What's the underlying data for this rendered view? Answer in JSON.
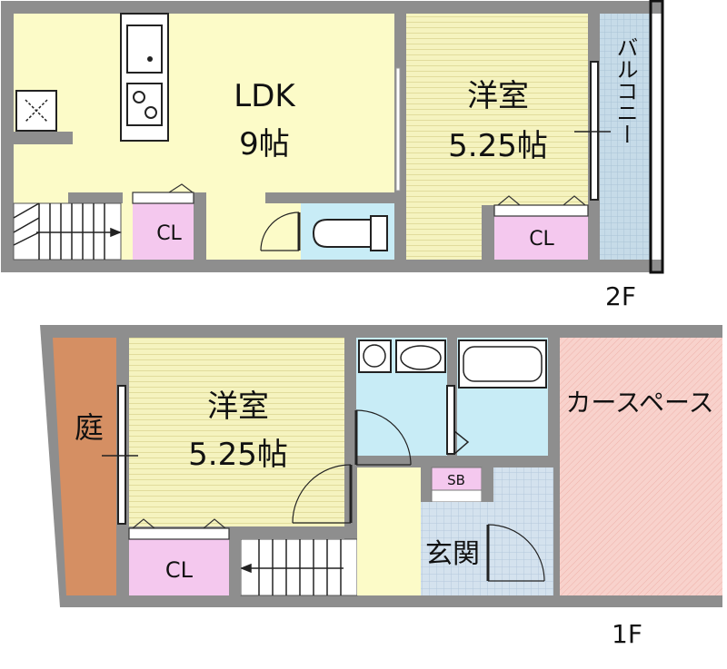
{
  "floors": [
    {
      "floor_label": "2F",
      "rooms": {
        "ldk": {
          "name": "LDK",
          "size": "9帖"
        },
        "western": {
          "name": "洋室",
          "size": "5.25帖"
        },
        "balcony": {
          "name": "バルコニー"
        },
        "closet_ldk": {
          "name": "CL"
        },
        "closet_western": {
          "name": "CL"
        }
      }
    },
    {
      "floor_label": "1F",
      "rooms": {
        "garden": {
          "name": "庭"
        },
        "western": {
          "name": "洋室",
          "size": "5.25帖"
        },
        "closet": {
          "name": "CL"
        },
        "shoe_box": {
          "name": "SB"
        },
        "entrance": {
          "name": "玄関"
        },
        "car_space": {
          "name": "カースペース"
        }
      }
    }
  ],
  "colors": {
    "wall": "#8e8e8e",
    "ldk_floor": "#fcfbc8",
    "western_floor": "#f5f3bf",
    "wood_lines": "#e1dc9c",
    "closet": "#f4c8ee",
    "wet_area": "#c8ecf6",
    "balcony": "#c6dbe8",
    "balcony_grid": "#a9c3d6",
    "garden": "#d58f63",
    "car_space": "#f8d2cc",
    "car_space_lines": "#eeb2aa",
    "entrance_tile": "#d4e2ee",
    "entrance_grid": "#b4c8dc",
    "stairs": "#ffffff"
  }
}
